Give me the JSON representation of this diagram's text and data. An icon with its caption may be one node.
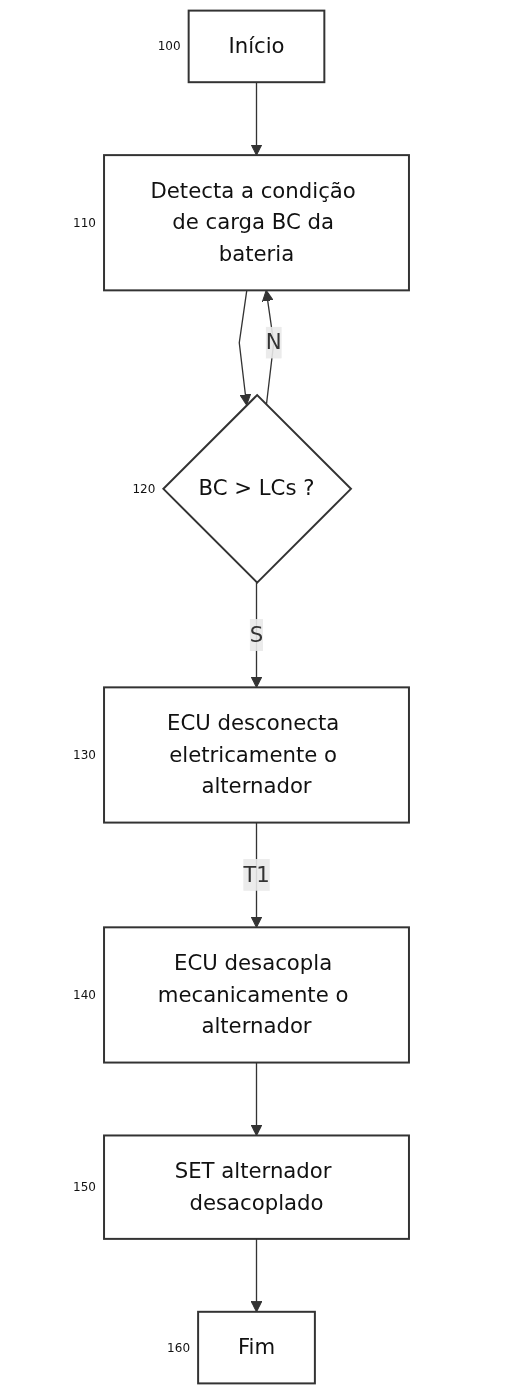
{
  "diagram": {
    "nodes": [
      {
        "text": [
          "Início"
        ],
        "beside": [
          "100"
        ]
      },
      {
        "text": [
          "Detecta a condição de carga BC da bateria"
        ],
        "beside": [
          "110"
        ]
      },
      {
        "text": [
          "BC > LCs ?"
        ],
        "beside": [
          "120"
        ]
      },
      {
        "text": [
          "ECU desconecta eletricamente o alternador"
        ],
        "beside": [
          "130"
        ]
      },
      {
        "text": [
          "ECU desacopla mecanicamente o alternador"
        ],
        "beside": [
          "140"
        ]
      },
      {
        "text": [
          "SET alternador desacoplado"
        ],
        "beside": [
          "150"
        ]
      },
      {
        "text": [
          "Fim"
        ],
        "beside": [
          "160"
        ]
      }
    ],
    "edges": [
      {
        "from": 0,
        "to": 1,
        "arrow": "to"
      },
      {
        "from": 1,
        "to": 2,
        "arrow": "to"
      },
      {
        "from": 2,
        "to": 1,
        "label": "N",
        "arrow": "to"
      },
      {
        "from": 2,
        "to": 3,
        "label": "S",
        "arrow": "to"
      },
      {
        "from": 3,
        "to": 4,
        "label": "T1",
        "arrow": "to"
      },
      {
        "from": 4,
        "to": 5,
        "arrow": "to"
      },
      {
        "from": 5,
        "to": 6,
        "arrow": "to"
      }
    ]
  }
}
